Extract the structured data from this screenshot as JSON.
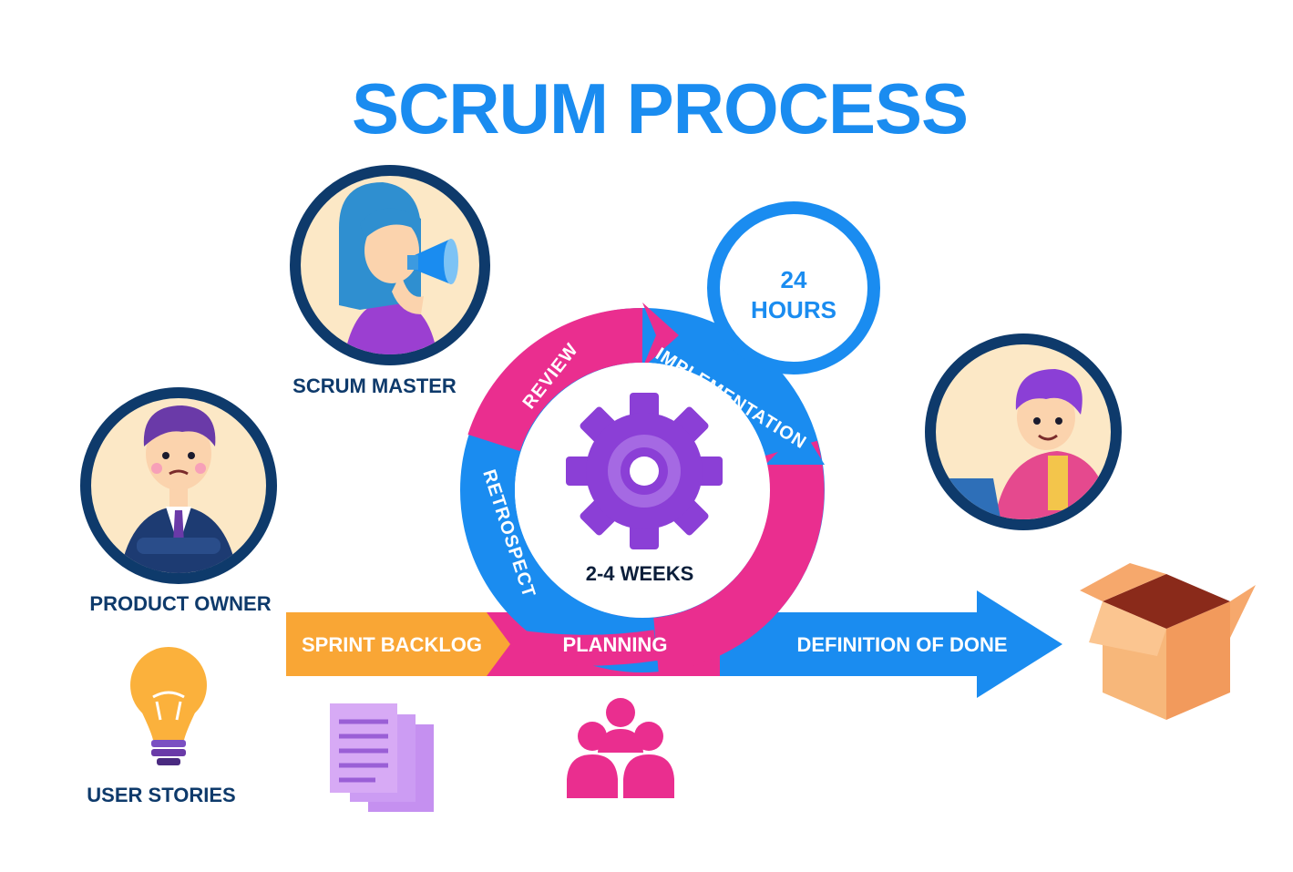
{
  "title": "SCRUM PROCESS",
  "roles": {
    "scrum_master": "SCRUM MASTER",
    "product_owner": "PRODUCT OWNER",
    "user_stories": "USER STORIES"
  },
  "cycle": {
    "daily": "24\nHOURS",
    "daily_line1": "24",
    "daily_line2": "HOURS",
    "center": "2-4 WEEKS",
    "review": "REVIEW",
    "implementation": "IMPLEMENTATION",
    "retrospect": "RETROSPECT"
  },
  "flow": {
    "sprint_backlog": "SPRINT BACKLOG",
    "planning": "PLANNING",
    "definition_of_done": "DEFINITION OF DONE"
  },
  "colors": {
    "blue": "#1a8cf0",
    "navy": "#0e3a6b",
    "pink": "#ea2e8f",
    "orange": "#f9a635",
    "purple": "#8b3fd6",
    "lavender": "#d7aaf5",
    "cream": "#fce8c6"
  },
  "icons": [
    "megaphone-person-icon",
    "businessman-icon",
    "laptop-person-icon",
    "lightbulb-icon",
    "documents-icon",
    "team-icon",
    "gear-icon",
    "open-box-icon"
  ]
}
